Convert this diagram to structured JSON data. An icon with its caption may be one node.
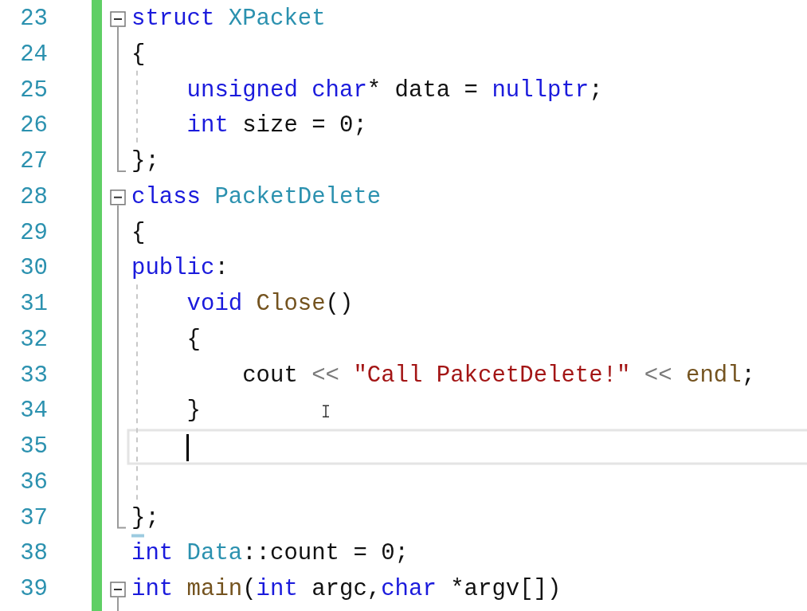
{
  "diagram": {
    "labels": [
      "23",
      "struct",
      "XPacket",
      "24",
      "{",
      "25",
      "unsigned",
      "char",
      "*",
      "data",
      "=",
      "nullptr",
      ";",
      "26",
      "int",
      "size",
      "=",
      "0;",
      "27",
      "};",
      "28",
      "class",
      "PacketDelete",
      "29",
      "{",
      "30",
      "public",
      ":",
      "31",
      "void",
      "Close",
      "()",
      "32",
      "{",
      "33",
      "cout",
      "<<",
      "\"Call PakcetDelete!\"",
      "<<",
      "endl",
      ";",
      "34",
      "}",
      "35",
      "36",
      "37",
      "};",
      "38",
      "int",
      "Data",
      "::count",
      "=",
      "0;",
      "39",
      "int",
      "main",
      "(",
      "int",
      "argc,",
      "char",
      "*argv[])"
    ]
  }
}
